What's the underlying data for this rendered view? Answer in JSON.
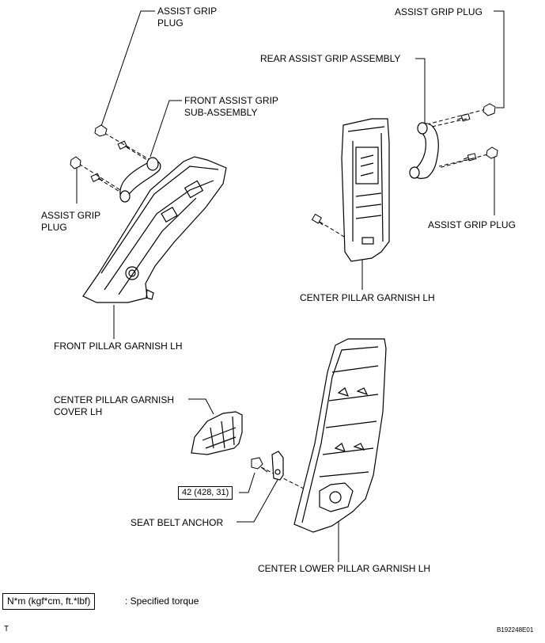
{
  "labels": {
    "assist_grip_plug_top_left": [
      "ASSIST GRIP",
      "PLUG"
    ],
    "front_assist_grip": [
      "FRONT ASSIST GRIP",
      "SUB-ASSEMBLY"
    ],
    "assist_grip_plug_left": [
      "ASSIST GRIP",
      "PLUG"
    ],
    "front_pillar_garnish": "FRONT PILLAR GARNISH LH",
    "assist_grip_plug_top_right": "ASSIST GRIP PLUG",
    "rear_assist_grip": "REAR ASSIST GRIP ASSEMBLY",
    "assist_grip_plug_right": "ASSIST GRIP PLUG",
    "center_pillar_garnish": "CENTER PILLAR GARNISH LH",
    "center_pillar_garnish_cover": [
      "CENTER PILLAR GARNISH",
      "COVER LH"
    ],
    "torque_value": "42 (428, 31)",
    "seat_belt_anchor": "SEAT BELT ANCHOR",
    "center_lower_pillar_garnish": "CENTER LOWER PILLAR GARNISH LH"
  },
  "legend": {
    "unit_box": "N*m (kgf*cm, ft.*lbf)",
    "description": ": Specified torque"
  },
  "footer": {
    "left_mark": "T",
    "figure_code": "B192248E01"
  }
}
